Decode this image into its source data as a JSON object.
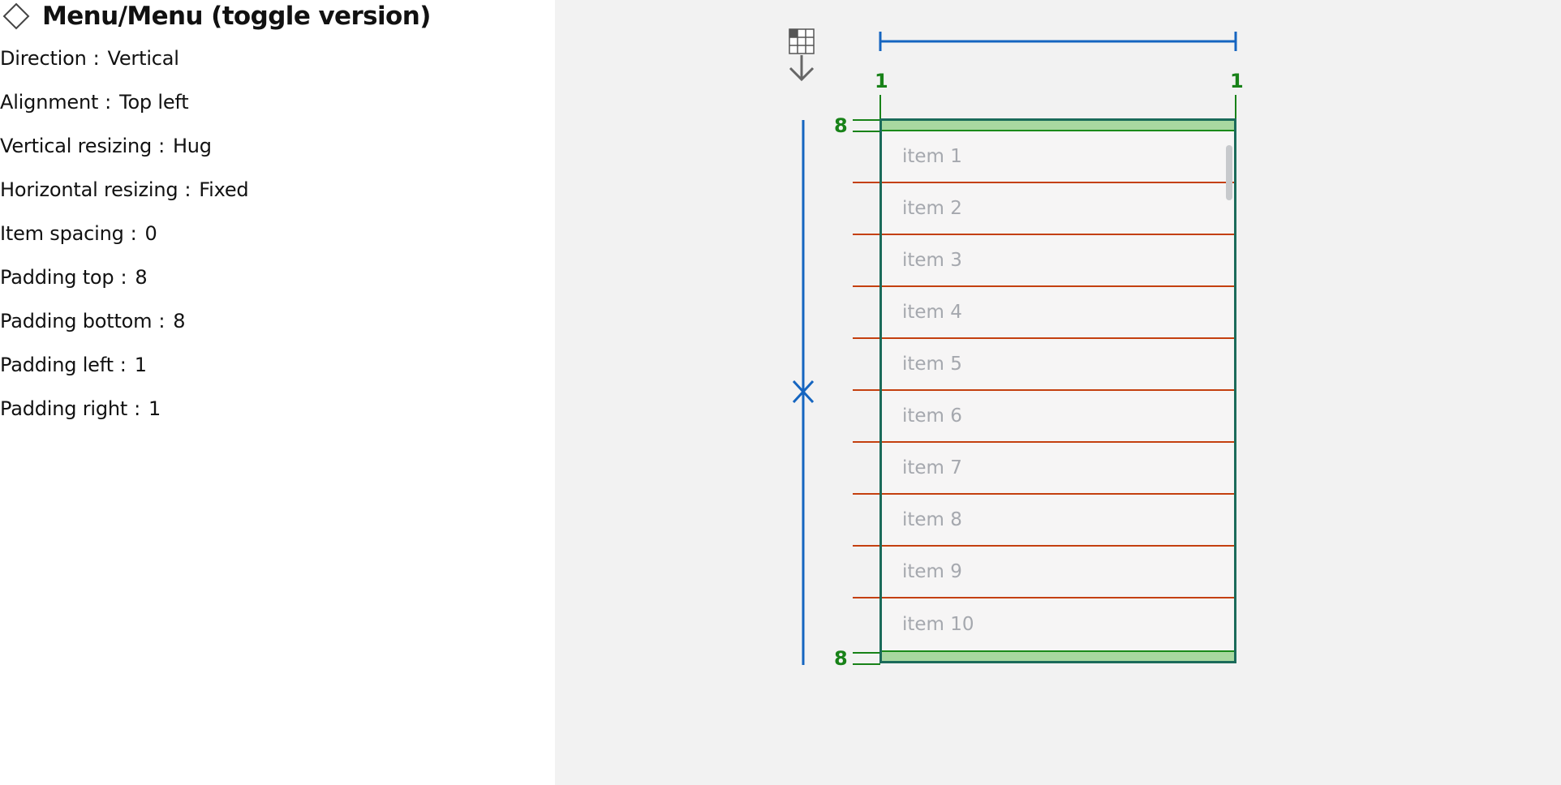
{
  "header": {
    "title": "Menu/Menu (toggle version)",
    "icon": "diamond-icon"
  },
  "properties": [
    {
      "label": "Direction",
      "value": "Vertical"
    },
    {
      "label": "Alignment",
      "value": "Top left"
    },
    {
      "label": "Vertical resizing",
      "value": "Hug"
    },
    {
      "label": "Horizontal resizing",
      "value": "Fixed"
    },
    {
      "label": "Item spacing",
      "value": "0"
    },
    {
      "label": "Padding top",
      "value": "8"
    },
    {
      "label": "Padding bottom",
      "value": "8"
    },
    {
      "label": "Padding left",
      "value": "1"
    },
    {
      "label": "Padding right",
      "value": "1"
    }
  ],
  "separator": ":",
  "diagram": {
    "padding_left_label": "1",
    "padding_right_label": "1",
    "padding_top_label": "8",
    "padding_bottom_label": "8",
    "items": [
      "item 1",
      "item 2",
      "item 3",
      "item 4",
      "item 5",
      "item 6",
      "item 7",
      "item 8",
      "item 9",
      "item 10"
    ],
    "layout_icon": "vertical-auto-layout-icon",
    "resize_icon": "hug-vertical-icon"
  },
  "colors": {
    "frame_border": "#1b6b5a",
    "padding_fill": "#a8d8a0",
    "padding_label": "#188218",
    "divider": "#c4400f",
    "measure_line": "#1565c0",
    "item_text": "#a5a8ae",
    "canvas_bg": "#f2f2f2"
  }
}
